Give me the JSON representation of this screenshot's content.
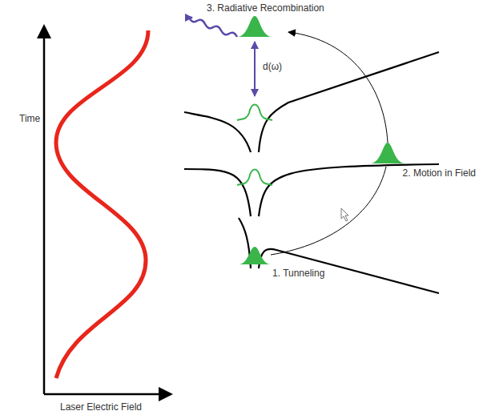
{
  "diagram": {
    "labels": [
      "3. Radiative Recombination",
      "Time",
      "d(ω)",
      "2. Motion in Field",
      "1. Tunneling",
      "Laser Electric Field"
    ]
  }
}
